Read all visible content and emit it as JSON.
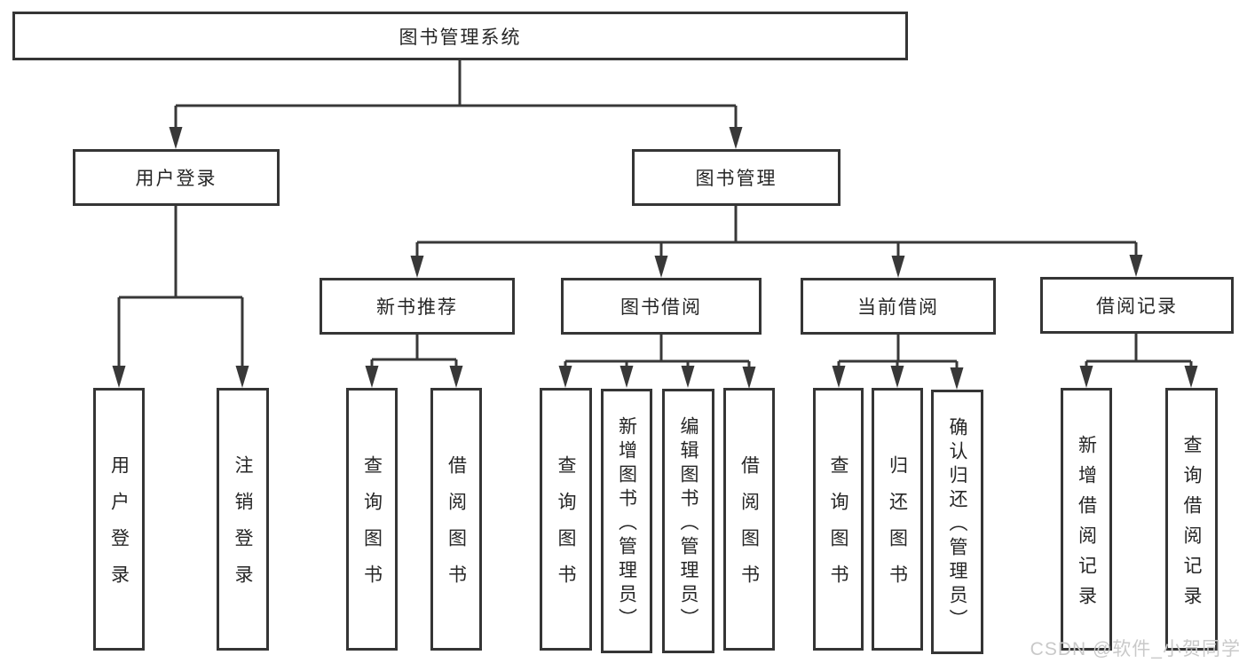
{
  "diagram": {
    "root": {
      "label": "图书管理系统"
    },
    "level2": [
      {
        "id": "user-login",
        "label": "用户登录"
      },
      {
        "id": "book-management",
        "label": "图书管理"
      }
    ],
    "level3": [
      {
        "id": "new-book-recommend",
        "label": "新书推荐"
      },
      {
        "id": "book-borrow",
        "label": "图书借阅"
      },
      {
        "id": "current-borrow",
        "label": "当前借阅"
      },
      {
        "id": "borrow-records",
        "label": "借阅记录"
      }
    ],
    "leaves": [
      {
        "id": "user-login-leaf",
        "parent": "用户登录",
        "label": "用户登录"
      },
      {
        "id": "logout-login",
        "parent": "用户登录",
        "label": "注销登录"
      },
      {
        "id": "query-book-recommend",
        "parent": "新书推荐",
        "label": "查询图书"
      },
      {
        "id": "borrow-book-recommend",
        "parent": "新书推荐",
        "label": "借阅图书"
      },
      {
        "id": "query-book-borrow",
        "parent": "图书借阅",
        "label": "查询图书"
      },
      {
        "id": "add-book-admin",
        "parent": "图书借阅",
        "label": "新增图书（管理员）"
      },
      {
        "id": "edit-book-admin",
        "parent": "图书借阅",
        "label": "编辑图书（管理员）"
      },
      {
        "id": "borrow-book",
        "parent": "图书借阅",
        "label": "借阅图书"
      },
      {
        "id": "query-book-current",
        "parent": "当前借阅",
        "label": "查询图书"
      },
      {
        "id": "return-book",
        "parent": "当前借阅",
        "label": "归还图书"
      },
      {
        "id": "confirm-return-admin",
        "parent": "当前借阅",
        "label": "确认归还（管理员）"
      },
      {
        "id": "add-borrow-record",
        "parent": "借阅记录",
        "label": "新增借阅记录"
      },
      {
        "id": "query-borrow-record",
        "parent": "借阅记录",
        "label": "查询借阅记录"
      }
    ]
  },
  "watermark": {
    "text": "CSDN @软件_小贺同学"
  },
  "colors": {
    "line": "#383838",
    "border": "#353535",
    "text": "#262626",
    "watermark": "#c9c9c9",
    "background": "#ffffff"
  }
}
